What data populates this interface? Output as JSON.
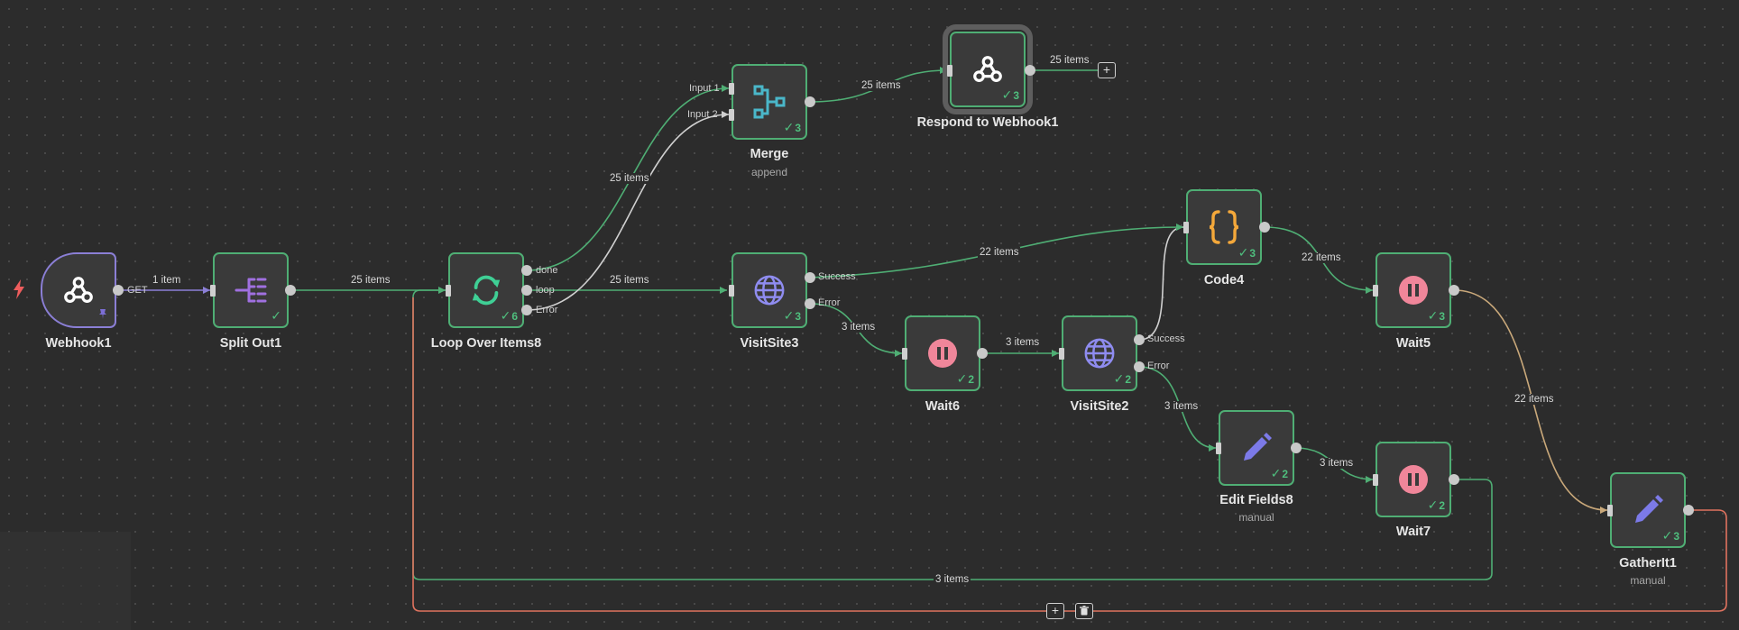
{
  "nodes": {
    "webhook1": {
      "title": "Webhook1",
      "method": "GET"
    },
    "splitout1": {
      "title": "Split Out1"
    },
    "loop8": {
      "title": "Loop Over Items8",
      "count": "6",
      "out_done": "done",
      "out_loop": "loop",
      "out_error": "Error"
    },
    "merge": {
      "title": "Merge",
      "subtitle": "append",
      "count": "3",
      "in1": "Input 1",
      "in2": "Input 2"
    },
    "respond1": {
      "title": "Respond to Webhook1",
      "count": "3"
    },
    "visitsite3": {
      "title": "VisitSite3",
      "count": "3",
      "out_success": "Success",
      "out_error": "Error"
    },
    "code4": {
      "title": "Code4",
      "count": "3"
    },
    "wait5": {
      "title": "Wait5",
      "count": "3"
    },
    "wait6": {
      "title": "Wait6",
      "count": "2"
    },
    "visitsite2": {
      "title": "VisitSite2",
      "count": "2",
      "out_success": "Success",
      "out_error": "Error"
    },
    "editfields8": {
      "title": "Edit Fields8",
      "subtitle": "manual",
      "count": "2"
    },
    "wait7": {
      "title": "Wait7",
      "count": "2"
    },
    "gatherit1": {
      "title": "GatherIt1",
      "subtitle": "manual",
      "count": "3"
    }
  },
  "edge_labels": {
    "webhook_split": "1 item",
    "split_loop": "25 items",
    "loop_visit3": "25 items",
    "loop_merge": "25 items",
    "merge_respond": "25 items",
    "respond_out": "25 items",
    "visit3_code4": "22 items",
    "code4_wait5": "22 items",
    "wait5_gather": "22 items",
    "visit3_wait6": "3 items",
    "wait6_visit2": "3 items",
    "visit2_edit8": "3 items",
    "edit8_wait7": "3 items",
    "wait7_loop": "3 items"
  },
  "icons": {
    "trigger": "lightning-bolt-icon",
    "webhook": "webhook-icon",
    "split": "split-out-icon",
    "loop": "loop-arrows-icon",
    "merge": "merge-icon",
    "http": "globe-icon",
    "code": "code-braces-icon",
    "wait": "pause-icon",
    "set": "pencil-icon",
    "pin": "pin-icon"
  },
  "colors": {
    "canvas": "#2c2c2c",
    "success": "#4fae74",
    "trigger_border": "#8b7fd6",
    "edge_neutral": "#d0d0d0",
    "edge_purple": "#8b7fd6",
    "edge_tan": "#c9a87a",
    "edge_red": "#e0735f",
    "wait_icon": "#f0869a",
    "code_icon": "#f4a83a",
    "globe_icon": "#8f8cf0",
    "merge_icon": "#4ab7c9"
  },
  "edge_toolbar": {
    "add": "+",
    "delete": "🗑"
  },
  "respond_add": "+"
}
